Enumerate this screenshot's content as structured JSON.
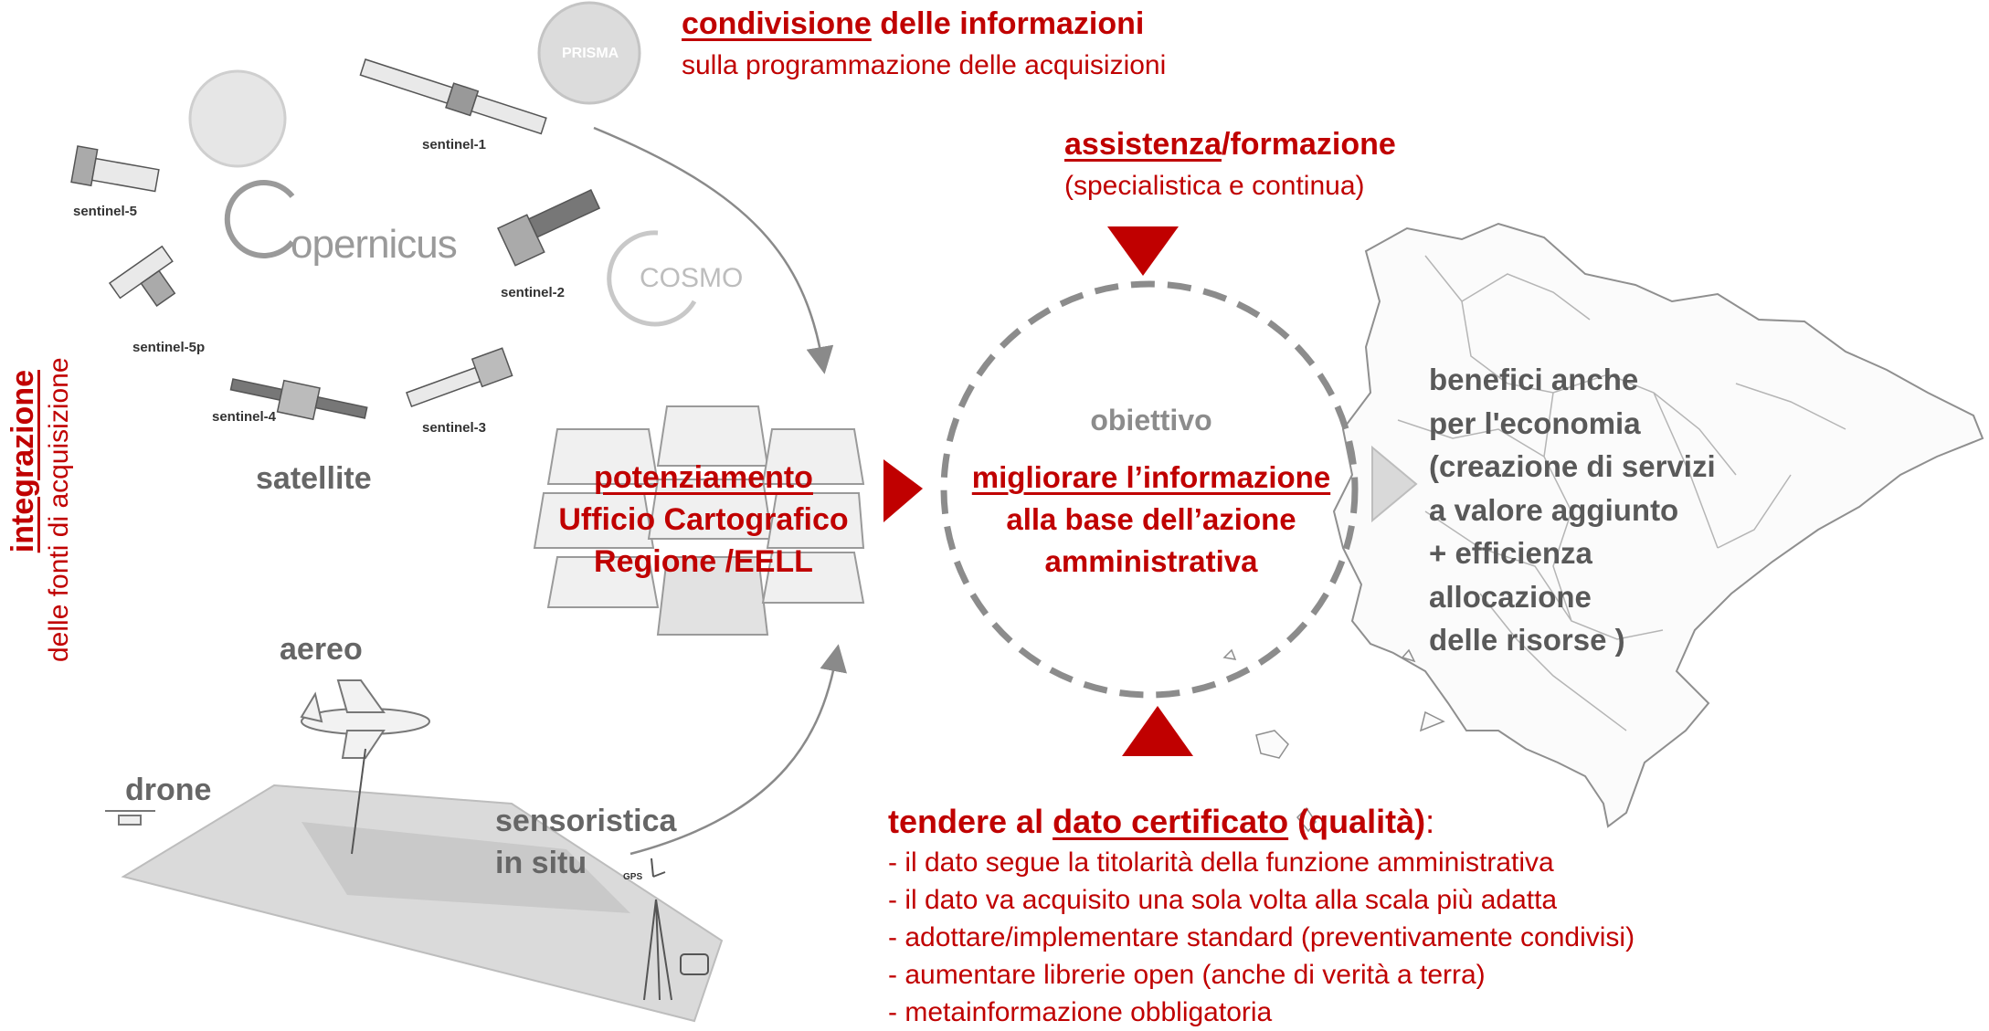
{
  "top": {
    "title_underlined": "condivisione",
    "title_rest": " delle informazioni",
    "subtitle": "sulla programmazione delle acquisizioni"
  },
  "assist": {
    "title_underlined": "assistenza",
    "title_rest": "/formazione",
    "subtitle": "(specialistica e continua)"
  },
  "left_vertical": {
    "title": "integrazione",
    "subtitle": "delle fonti di acquisizione"
  },
  "satellites": {
    "logo_prisma": "PRISMA",
    "logo_copernicus": "opernicus",
    "logo_cosmo": "COSMO",
    "s1": "sentinel-1",
    "s2": "sentinel-2",
    "s3": "sentinel-3",
    "s4": "sentinel-4",
    "s5": "sentinel-5",
    "s5p": "sentinel-5p",
    "satellite_label": "satellite"
  },
  "sources": {
    "aereo": "aereo",
    "drone": "drone",
    "sensor_line1": "sensoristica",
    "sensor_line2": "in situ",
    "gps": "GPS"
  },
  "center_left": {
    "line1": "potenziamento",
    "line2": "Ufficio Cartografico",
    "line3": "Regione /EELL"
  },
  "circle": {
    "obiettivo": "obiettivo",
    "line1": "migliorare l’informazione",
    "line2": "alla base dell’azione",
    "line3": "amministrativa"
  },
  "benefits": {
    "lines": [
      "benefici anche",
      "per l'economia",
      "(creazione di servizi",
      "a valore aggiunto",
      "+ efficienza",
      "allocazione",
      "delle risorse )"
    ]
  },
  "quality": {
    "title_a": "tendere al ",
    "title_underlined": "dato certificato",
    "title_b": " (qualità)",
    "title_colon": ":",
    "items": [
      "- il dato segue la titolarità della funzione amministrativa",
      "- il dato va acquisito una sola volta alla scala più adatta",
      "- adottare/implementare standard (preventivamente condivisi)",
      "- aumentare librerie open (anche di verità a terra)",
      "- metainformazione obbligatoria"
    ]
  },
  "colors": {
    "accent": "#c00000",
    "text_grey": "#595959",
    "arrow_grey": "#d9d9d9"
  }
}
